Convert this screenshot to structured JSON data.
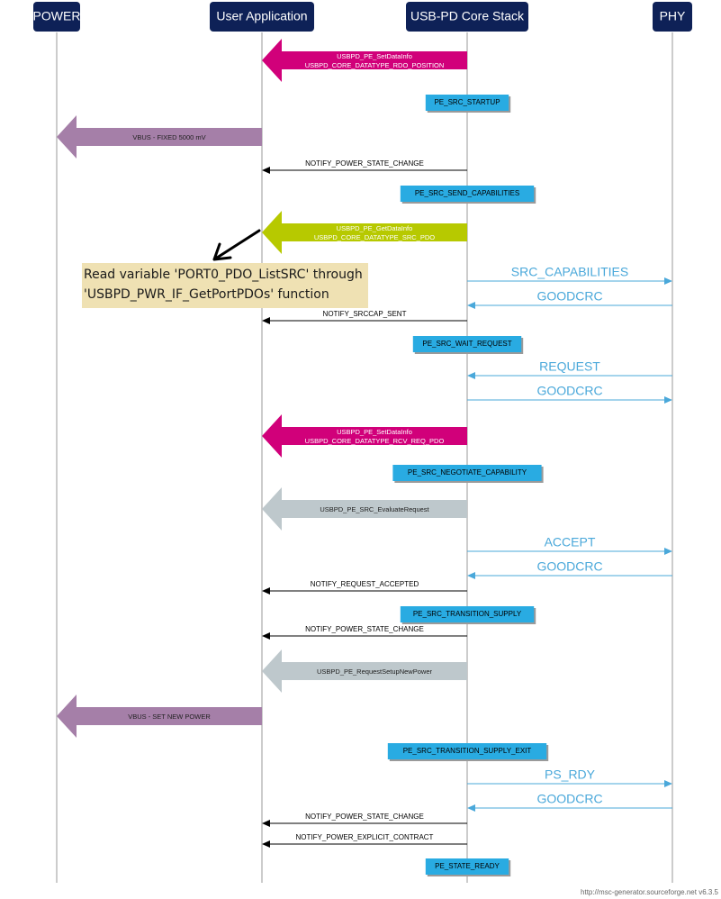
{
  "lifelines": [
    {
      "name": "POWER"
    },
    {
      "name": "User Application"
    },
    {
      "name": "USB-PD Core Stack"
    },
    {
      "name": "PHY"
    }
  ],
  "colors": {
    "header": "#0e2157",
    "lifeline": "#bbbbbb",
    "state_box": "#29abe2",
    "msg_black": "#000000",
    "msg_blue": "#4aa8da",
    "magenta": "#d1007a",
    "purple": "#a57fa8",
    "green": "#b7c900",
    "gray": "#bec8cc",
    "note": "#efe1b3"
  },
  "events": [
    {
      "kind": "block",
      "from": 2,
      "to": 1,
      "color": "magenta",
      "lines": [
        "USBPD_PE_SetDataInfo",
        "USBPD_CORE_DATATYPE_RDO_POSITION"
      ]
    },
    {
      "kind": "state",
      "at": 2,
      "label": "PE_SRC_STARTUP"
    },
    {
      "kind": "block",
      "from": 1,
      "to": 0,
      "color": "purple",
      "lines": [
        "VBUS - FIXED 5000 mV"
      ]
    },
    {
      "kind": "msg",
      "from": 2,
      "to": 1,
      "label": "NOTIFY_POWER_STATE_CHANGE"
    },
    {
      "kind": "state",
      "at": 2,
      "label": "PE_SRC_SEND_CAPABILITIES"
    },
    {
      "kind": "block",
      "from": 2,
      "to": 1,
      "color": "green",
      "lines": [
        "USBPD_PE_GetDataInfo",
        "USBPD_CORE_DATATYPE_SRC_PDO"
      ]
    },
    {
      "kind": "msg",
      "from": 2,
      "to": 3,
      "label": "SRC_CAPABILITIES",
      "style": "blue"
    },
    {
      "kind": "msg",
      "from": 3,
      "to": 2,
      "label": "GOODCRC",
      "style": "blue"
    },
    {
      "kind": "msg",
      "from": 2,
      "to": 1,
      "label": "NOTIFY_SRCCAP_SENT"
    },
    {
      "kind": "state",
      "at": 2,
      "label": "PE_SRC_WAIT_REQUEST"
    },
    {
      "kind": "msg",
      "from": 3,
      "to": 2,
      "label": "REQUEST",
      "style": "blue"
    },
    {
      "kind": "msg",
      "from": 2,
      "to": 3,
      "label": "GOODCRC",
      "style": "blue"
    },
    {
      "kind": "block",
      "from": 2,
      "to": 1,
      "color": "magenta",
      "lines": [
        "USBPD_PE_SetDataInfo",
        "USBPD_CORE_DATATYPE_RCV_REQ_PDO"
      ]
    },
    {
      "kind": "state",
      "at": 2,
      "label": "PE_SRC_NEGOTIATE_CAPABILITY"
    },
    {
      "kind": "block",
      "from": 2,
      "to": 1,
      "color": "gray",
      "lines": [
        "USBPD_PE_SRC_EvaluateRequest"
      ]
    },
    {
      "kind": "msg",
      "from": 2,
      "to": 3,
      "label": "ACCEPT",
      "style": "blue"
    },
    {
      "kind": "msg",
      "from": 3,
      "to": 2,
      "label": "GOODCRC",
      "style": "blue"
    },
    {
      "kind": "msg",
      "from": 2,
      "to": 1,
      "label": "NOTIFY_REQUEST_ACCEPTED"
    },
    {
      "kind": "state",
      "at": 2,
      "label": "PE_SRC_TRANSITION_SUPPLY"
    },
    {
      "kind": "msg",
      "from": 2,
      "to": 1,
      "label": "NOTIFY_POWER_STATE_CHANGE"
    },
    {
      "kind": "block",
      "from": 2,
      "to": 1,
      "color": "gray",
      "lines": [
        "USBPD_PE_RequestSetupNewPower"
      ]
    },
    {
      "kind": "block",
      "from": 1,
      "to": 0,
      "color": "purple",
      "lines": [
        "VBUS - SET NEW POWER"
      ]
    },
    {
      "kind": "state",
      "at": 2,
      "label": "PE_SRC_TRANSITION_SUPPLY_EXIT"
    },
    {
      "kind": "msg",
      "from": 2,
      "to": 3,
      "label": "PS_RDY",
      "style": "blue"
    },
    {
      "kind": "msg",
      "from": 3,
      "to": 2,
      "label": "GOODCRC",
      "style": "blue"
    },
    {
      "kind": "msg",
      "from": 2,
      "to": 1,
      "label": "NOTIFY_POWER_STATE_CHANGE"
    },
    {
      "kind": "msg",
      "from": 2,
      "to": 1,
      "label": "NOTIFY_POWER_EXPLICIT_CONTRACT"
    },
    {
      "kind": "state",
      "at": 2,
      "label": "PE_STATE_READY"
    }
  ],
  "note": {
    "line1": "Read variable 'PORT0_PDO_ListSRC' through",
    "line2": "'USBPD_PWR_IF_GetPortPDOs' function"
  },
  "credit": "http://msc-generator.sourceforge.net v6.3.5"
}
